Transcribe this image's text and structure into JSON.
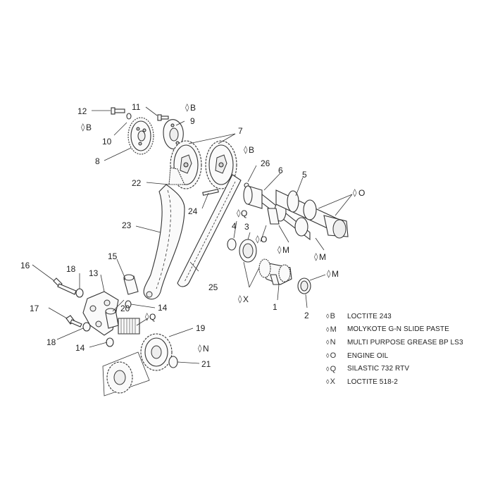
{
  "callouts": [
    "1",
    "2",
    "3",
    "4",
    "5",
    "6",
    "7",
    "8",
    "9",
    "10",
    "11",
    "12",
    "13",
    "14",
    "15",
    "16",
    "17",
    "18",
    "19",
    "20",
    "21",
    "22",
    "23",
    "24",
    "25",
    "26"
  ],
  "callout_14": "14",
  "callout_18": "18",
  "drop_glyph": "◊",
  "lubricant_marks": {
    "B": "B",
    "M": "M",
    "N": "N",
    "O": "O",
    "Q": "Q",
    "X": "X"
  },
  "legend": [
    {
      "code": "B",
      "text": "LOCTITE 243"
    },
    {
      "code": "M",
      "text": "MOLYKOTE G-N SLIDE PASTE"
    },
    {
      "code": "N",
      "text": "MULTI PURPOSE GREASE BP LS3"
    },
    {
      "code": "O",
      "text": "ENGINE OIL"
    },
    {
      "code": "Q",
      "text": "SILASTIC 732 RTV"
    },
    {
      "code": "X",
      "text": "LOCTITE 518-2"
    }
  ],
  "colors": {
    "line": "#333333",
    "fill": "#fafafa",
    "background": "#ffffff"
  }
}
